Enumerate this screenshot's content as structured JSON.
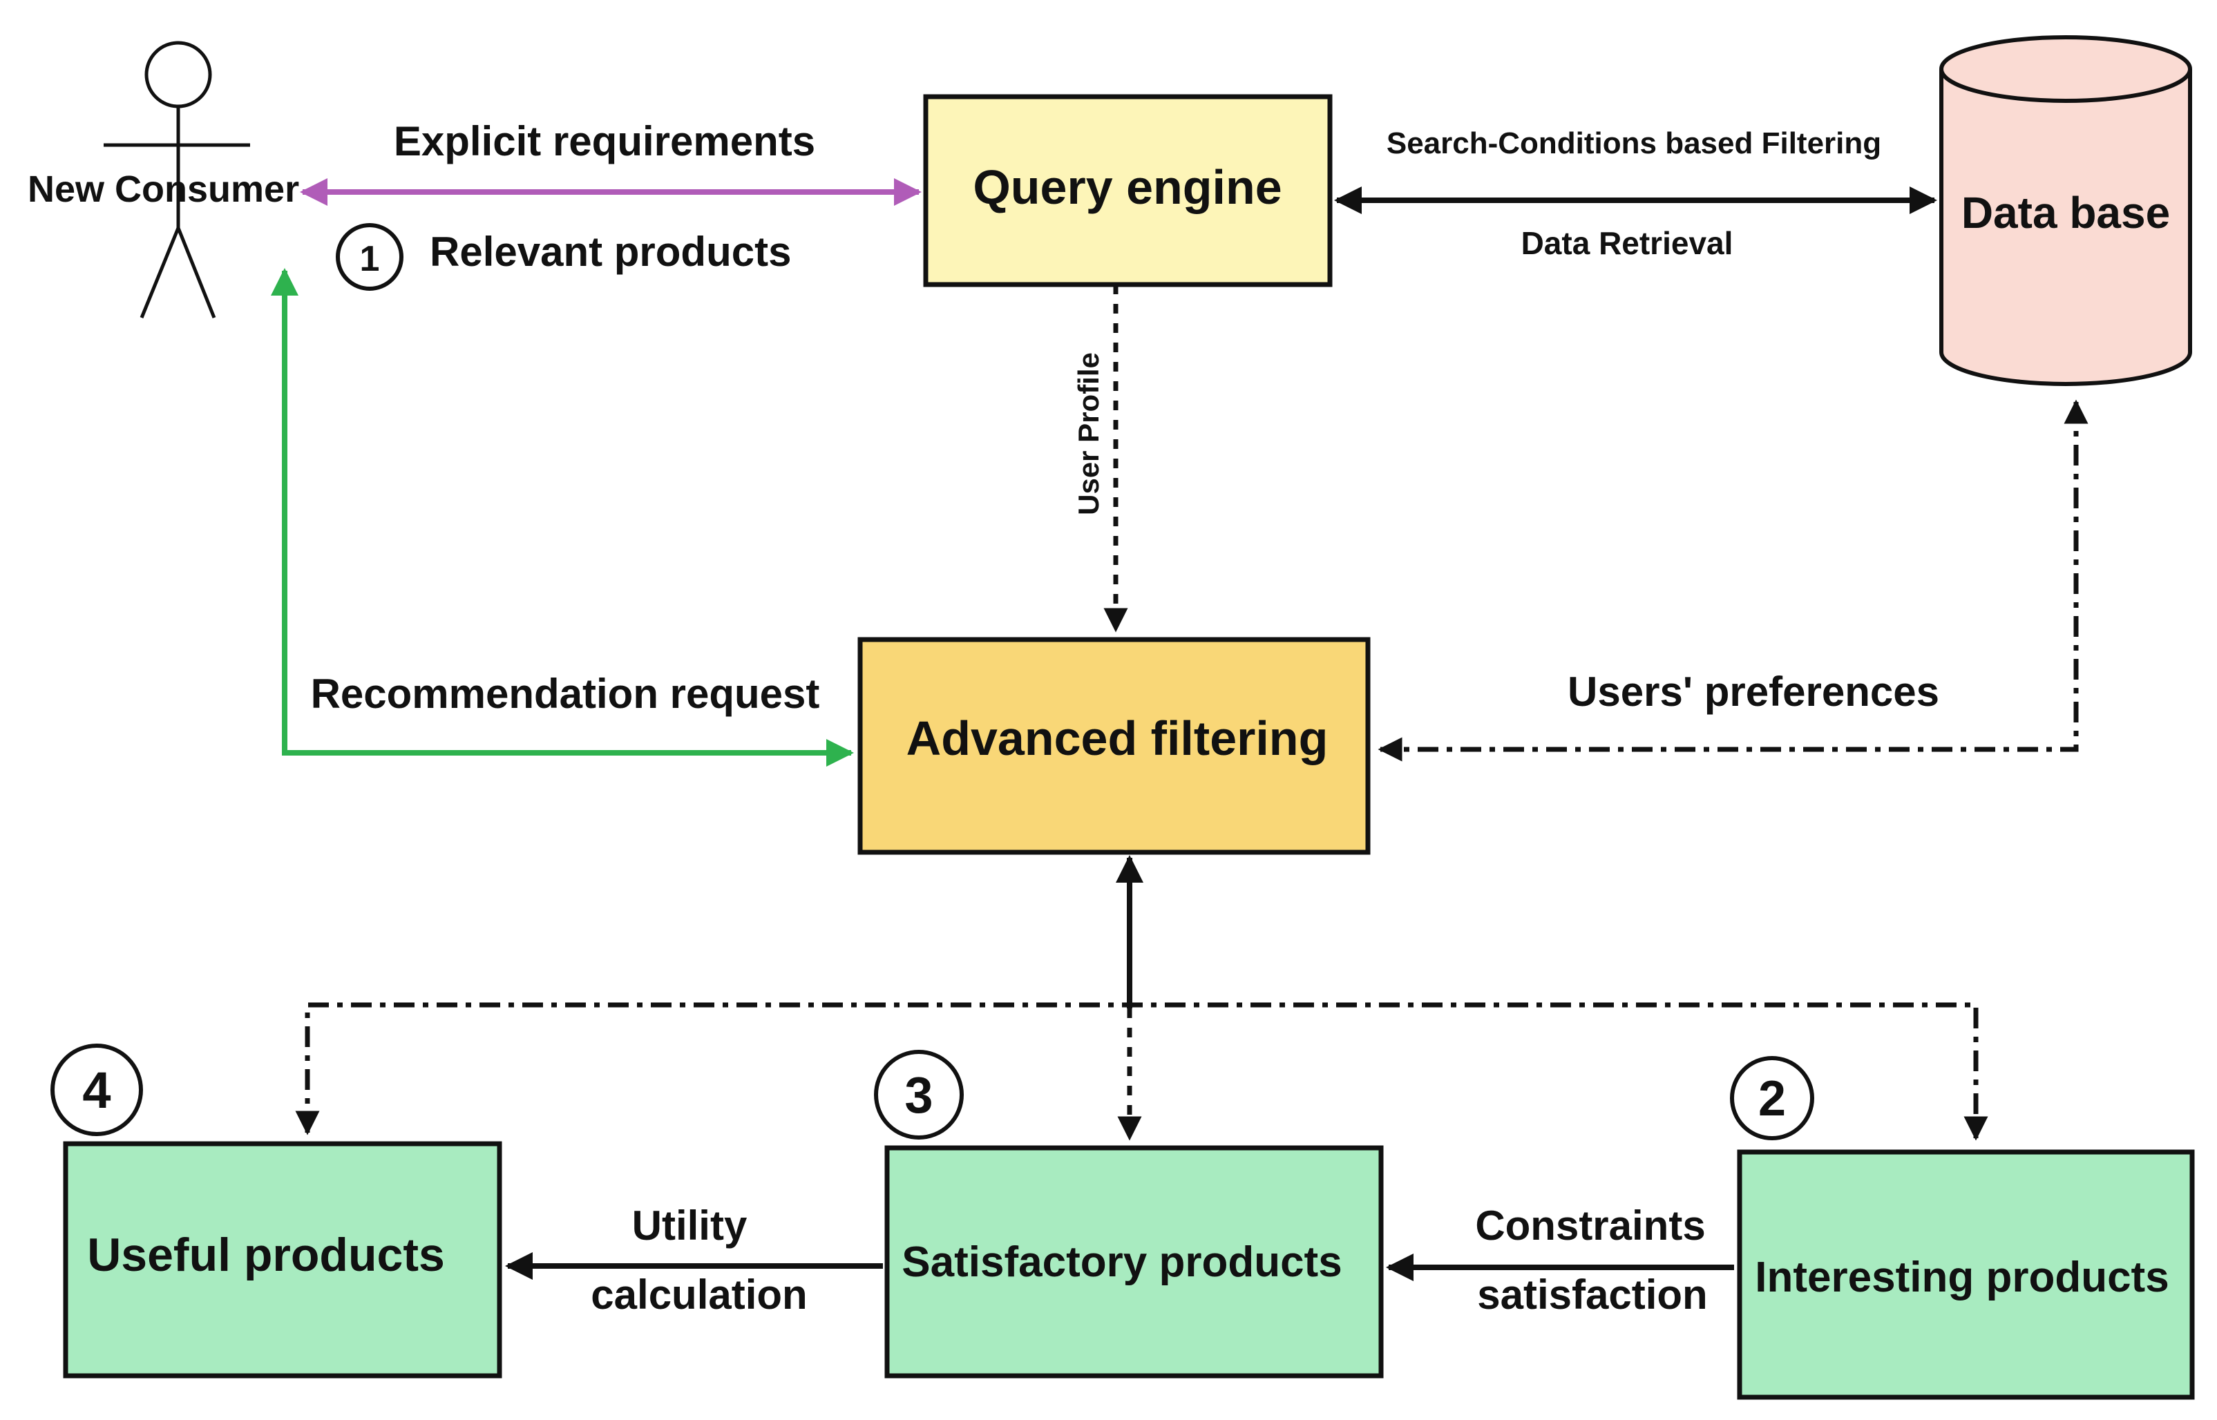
{
  "nodes": {
    "consumer": "New Consumer",
    "query_engine": "Query engine",
    "database": "Data base",
    "advanced_filtering": "Advanced filtering",
    "useful_products": "Useful products",
    "satisfactory_products": "Satisfactory products",
    "interesting_products": "Interesting products"
  },
  "edges": {
    "explicit_requirements": "Explicit requirements",
    "relevant_products": "Relevant products",
    "search_conditions": "Search-Conditions based Filtering",
    "data_retrieval": "Data Retrieval",
    "user_profile": "User Profile",
    "recommendation_request": "Recommendation request",
    "users_preferences": "Users' preferences",
    "utility_line1": "Utility",
    "utility_line2": "calculation",
    "constraints_line1": "Constraints",
    "constraints_line2": "satisfaction"
  },
  "steps": {
    "step1": "1",
    "step2": "2",
    "step3": "3",
    "step4": "4"
  },
  "colors": {
    "query_engine_fill": "#FDF5B8",
    "advanced_filtering_fill": "#F9D777",
    "database_fill": "#FADBD3",
    "product_fill": "#A8EBC0",
    "purple_arrow": "#B05CB8",
    "green_arrow": "#2EB24E"
  }
}
